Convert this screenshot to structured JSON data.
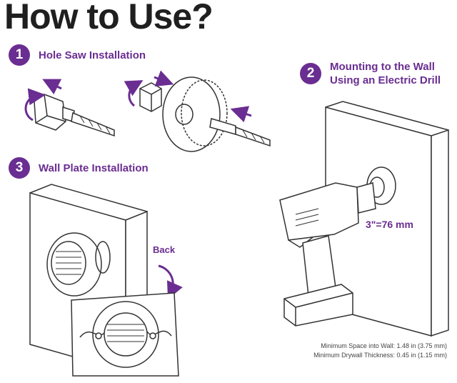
{
  "title": "How to Use?",
  "steps": [
    {
      "number": "1",
      "label": "Hole Saw Installation"
    },
    {
      "number": "2",
      "label": "Mounting to the Wall\nUsing an Electric Drill"
    },
    {
      "number": "3",
      "label": "Wall Plate Installation"
    }
  ],
  "callouts": {
    "back": "Back",
    "size": "3\"=76 mm"
  },
  "notes": [
    "Minimum Space into Wall: 1.48 in (3.75 mm)",
    "Minimum Drywall Thickness: 0.45 in (1.15 mm)"
  ],
  "colors": {
    "accent": "#6a2d91",
    "ink": "#333333",
    "fill": "#ffffff"
  }
}
